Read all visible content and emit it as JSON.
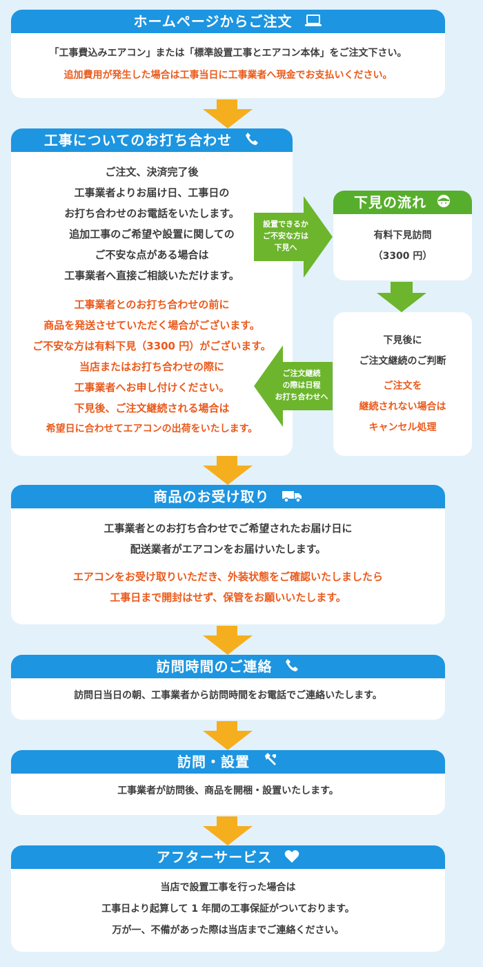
{
  "colors": {
    "blue": "#1d95e0",
    "green": "#57ae2d",
    "orange": "#ea5a1c",
    "arrow_yellow": "#f5ae1e",
    "bg": "#e3f1fa"
  },
  "step1": {
    "title": "ホームページからご注文",
    "icon": "laptop-icon",
    "line1": "「工事費込みエアコン」または「標準設置工事とエアコン本体」をご注文下さい。",
    "line2": "追加費用が発生した場合は工事当日に工事業者へ現金でお支払いください。"
  },
  "step2": {
    "title": "工事についてのお打ち合わせ",
    "icon": "phone-icon",
    "lines": [
      "ご注文、決済完了後",
      "工事業者よりお届け日、工事日の",
      "お打ち合わせのお電話をいたします。",
      "追加工事のご希望や設置に関しての",
      "ご不安な点がある場合は",
      "工事業者へ直接ご相談いただけます。"
    ],
    "orange_lines": [
      "工事業者とのお打ち合わせの前に",
      "商品を発送させていただく場合がございます。",
      "ご不安な方は有料下見（3300 円）がございます。",
      "当店またはお打ち合わせの際に",
      "工事業者へお申し付けください。",
      "下見後、ご注文継続される場合は",
      "希望日に合わせてエアコンの出荷をいたします。"
    ]
  },
  "arrow_right": {
    "lines": [
      "設置できるか",
      "ご不安な方は",
      "下見へ"
    ]
  },
  "arrow_left": {
    "lines": [
      "ご注文継続",
      "の際は日程",
      "お打ち合わせへ"
    ]
  },
  "inspection": {
    "title": "下見の流れ",
    "icon": "helmet-icon",
    "line1": "有料下見訪問",
    "line2": "（3300 円）"
  },
  "after_inspection": {
    "line1": "下見後に",
    "line2": "ご注文継続のご判断",
    "orange_lines": [
      "ご注文を",
      "継続されない場合は",
      "キャンセル処理"
    ]
  },
  "step3": {
    "title": "商品のお受け取り",
    "icon": "truck-icon",
    "lines": [
      "工事業者とのお打ち合わせでご希望されたお届け日に",
      "配送業者がエアコンをお届けいたします。"
    ],
    "orange_lines": [
      "エアコンをお受け取りいただき、外装状態をご確認いたしましたら",
      "工事日まで開封はせず、保管をお願いいたします。"
    ]
  },
  "step4": {
    "title": "訪問時間のご連絡",
    "icon": "phone-icon",
    "line": "訪問日当日の朝、工事業者から訪問時間をお電話でご連絡いたします。"
  },
  "step5": {
    "title": "訪問・設置",
    "icon": "wrench-icon",
    "line": "工事業者が訪問後、商品を開梱・設置いたします。"
  },
  "step6": {
    "title": "アフターサービス",
    "icon": "heart-icon",
    "lines": [
      "当店で設置工事を行った場合は",
      "工事日より起算して 1 年間の工事保証がついております。",
      "万が一、不備があった際は当店までご連絡ください。"
    ]
  }
}
